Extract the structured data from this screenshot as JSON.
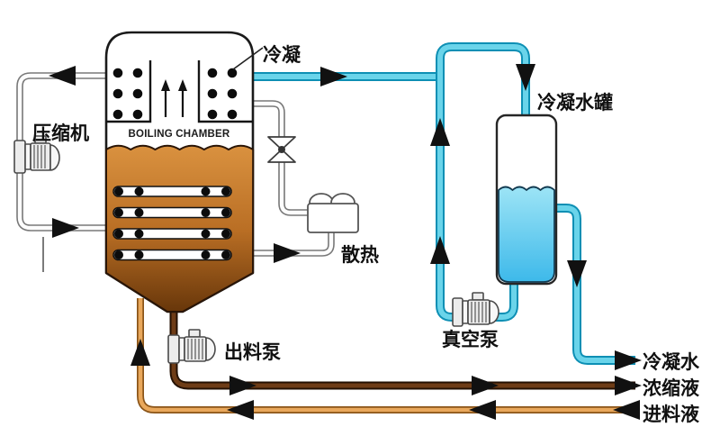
{
  "diagram": {
    "labels": {
      "condensation": "冷凝",
      "compressor": "压缩机",
      "boiling_chamber": "BOILING CHAMBER",
      "heat_dissipation": "散热",
      "condensate_tank": "冷凝水罐",
      "vacuum_pump": "真空泵",
      "discharge_pump": "出料泵",
      "condensate_water": "冷凝水",
      "concentrate": "浓缩液",
      "feed": "进料液"
    },
    "colors": {
      "vapor_pipe_fill": "#6ad4ea",
      "vapor_pipe_edge": "#0d8fb4",
      "metal_pipe_edge": "#787878",
      "concentrate_pipe_fill": "#6e3c16",
      "concentrate_pipe_edge": "#241103",
      "feed_pipe_fill": "#e9a85c",
      "feed_pipe_edge": "#8a5418",
      "liquid_top": "#d9913f",
      "liquid_mid": "#b96e24",
      "liquid_bottom": "#643409",
      "tank_water_top": "#9fe5f6",
      "tank_water_bottom": "#3db9ea",
      "arrow": "#111111",
      "outline": "#1a1a1a"
    }
  }
}
